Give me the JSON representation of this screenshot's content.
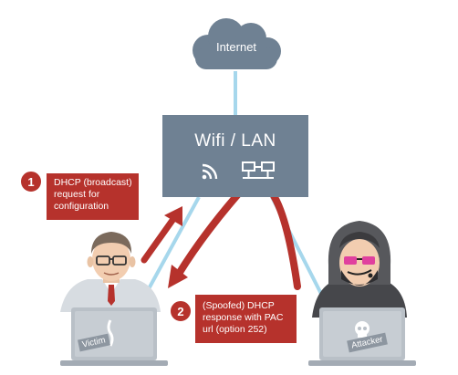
{
  "internet": {
    "label": "Internet",
    "icon": "cloud-icon"
  },
  "network": {
    "label": "Wifi / LAN",
    "icons": [
      "wifi-icon",
      "lan-icon"
    ]
  },
  "steps": [
    {
      "number": "1",
      "lines": [
        "DHCP (broadcast)",
        "request for",
        "configuration"
      ]
    },
    {
      "number": "2",
      "lines": [
        "(Spoofed) DHCP",
        "response with PAC",
        "url (option 252)"
      ]
    }
  ],
  "victim": {
    "laptop_label": "Victim"
  },
  "attacker": {
    "laptop_label": "Attacker"
  },
  "colors": {
    "network_box": "#6f8193",
    "cloud": "#6f8193",
    "callout": "#b6322c",
    "arrow": "#b6322c",
    "link": "#a6d7ec",
    "laptop": "#b9c0c7"
  }
}
